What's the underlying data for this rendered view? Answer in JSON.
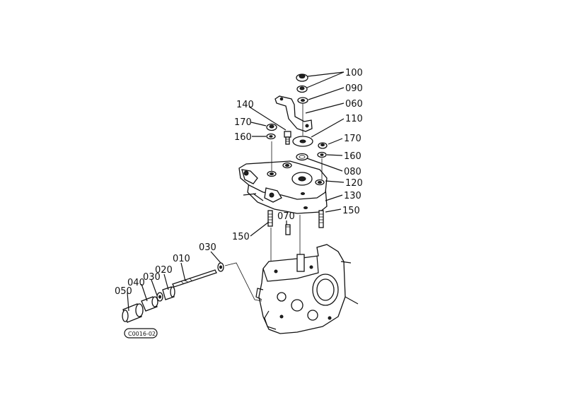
{
  "diagram": {
    "callouts": {
      "p100": "100",
      "p090": "090",
      "p060": "060",
      "p140": "140",
      "p110": "110",
      "p170a": "170",
      "p170b": "170",
      "p160a": "160",
      "p160b": "160",
      "p080": "080",
      "p120": "120",
      "p130": "130",
      "p150a": "150",
      "p150b": "150",
      "p070": "070",
      "p030a": "030",
      "p010": "010",
      "p020": "020",
      "p030b": "030",
      "p040": "040",
      "p050": "050"
    },
    "figure_code": "C0016-02"
  }
}
